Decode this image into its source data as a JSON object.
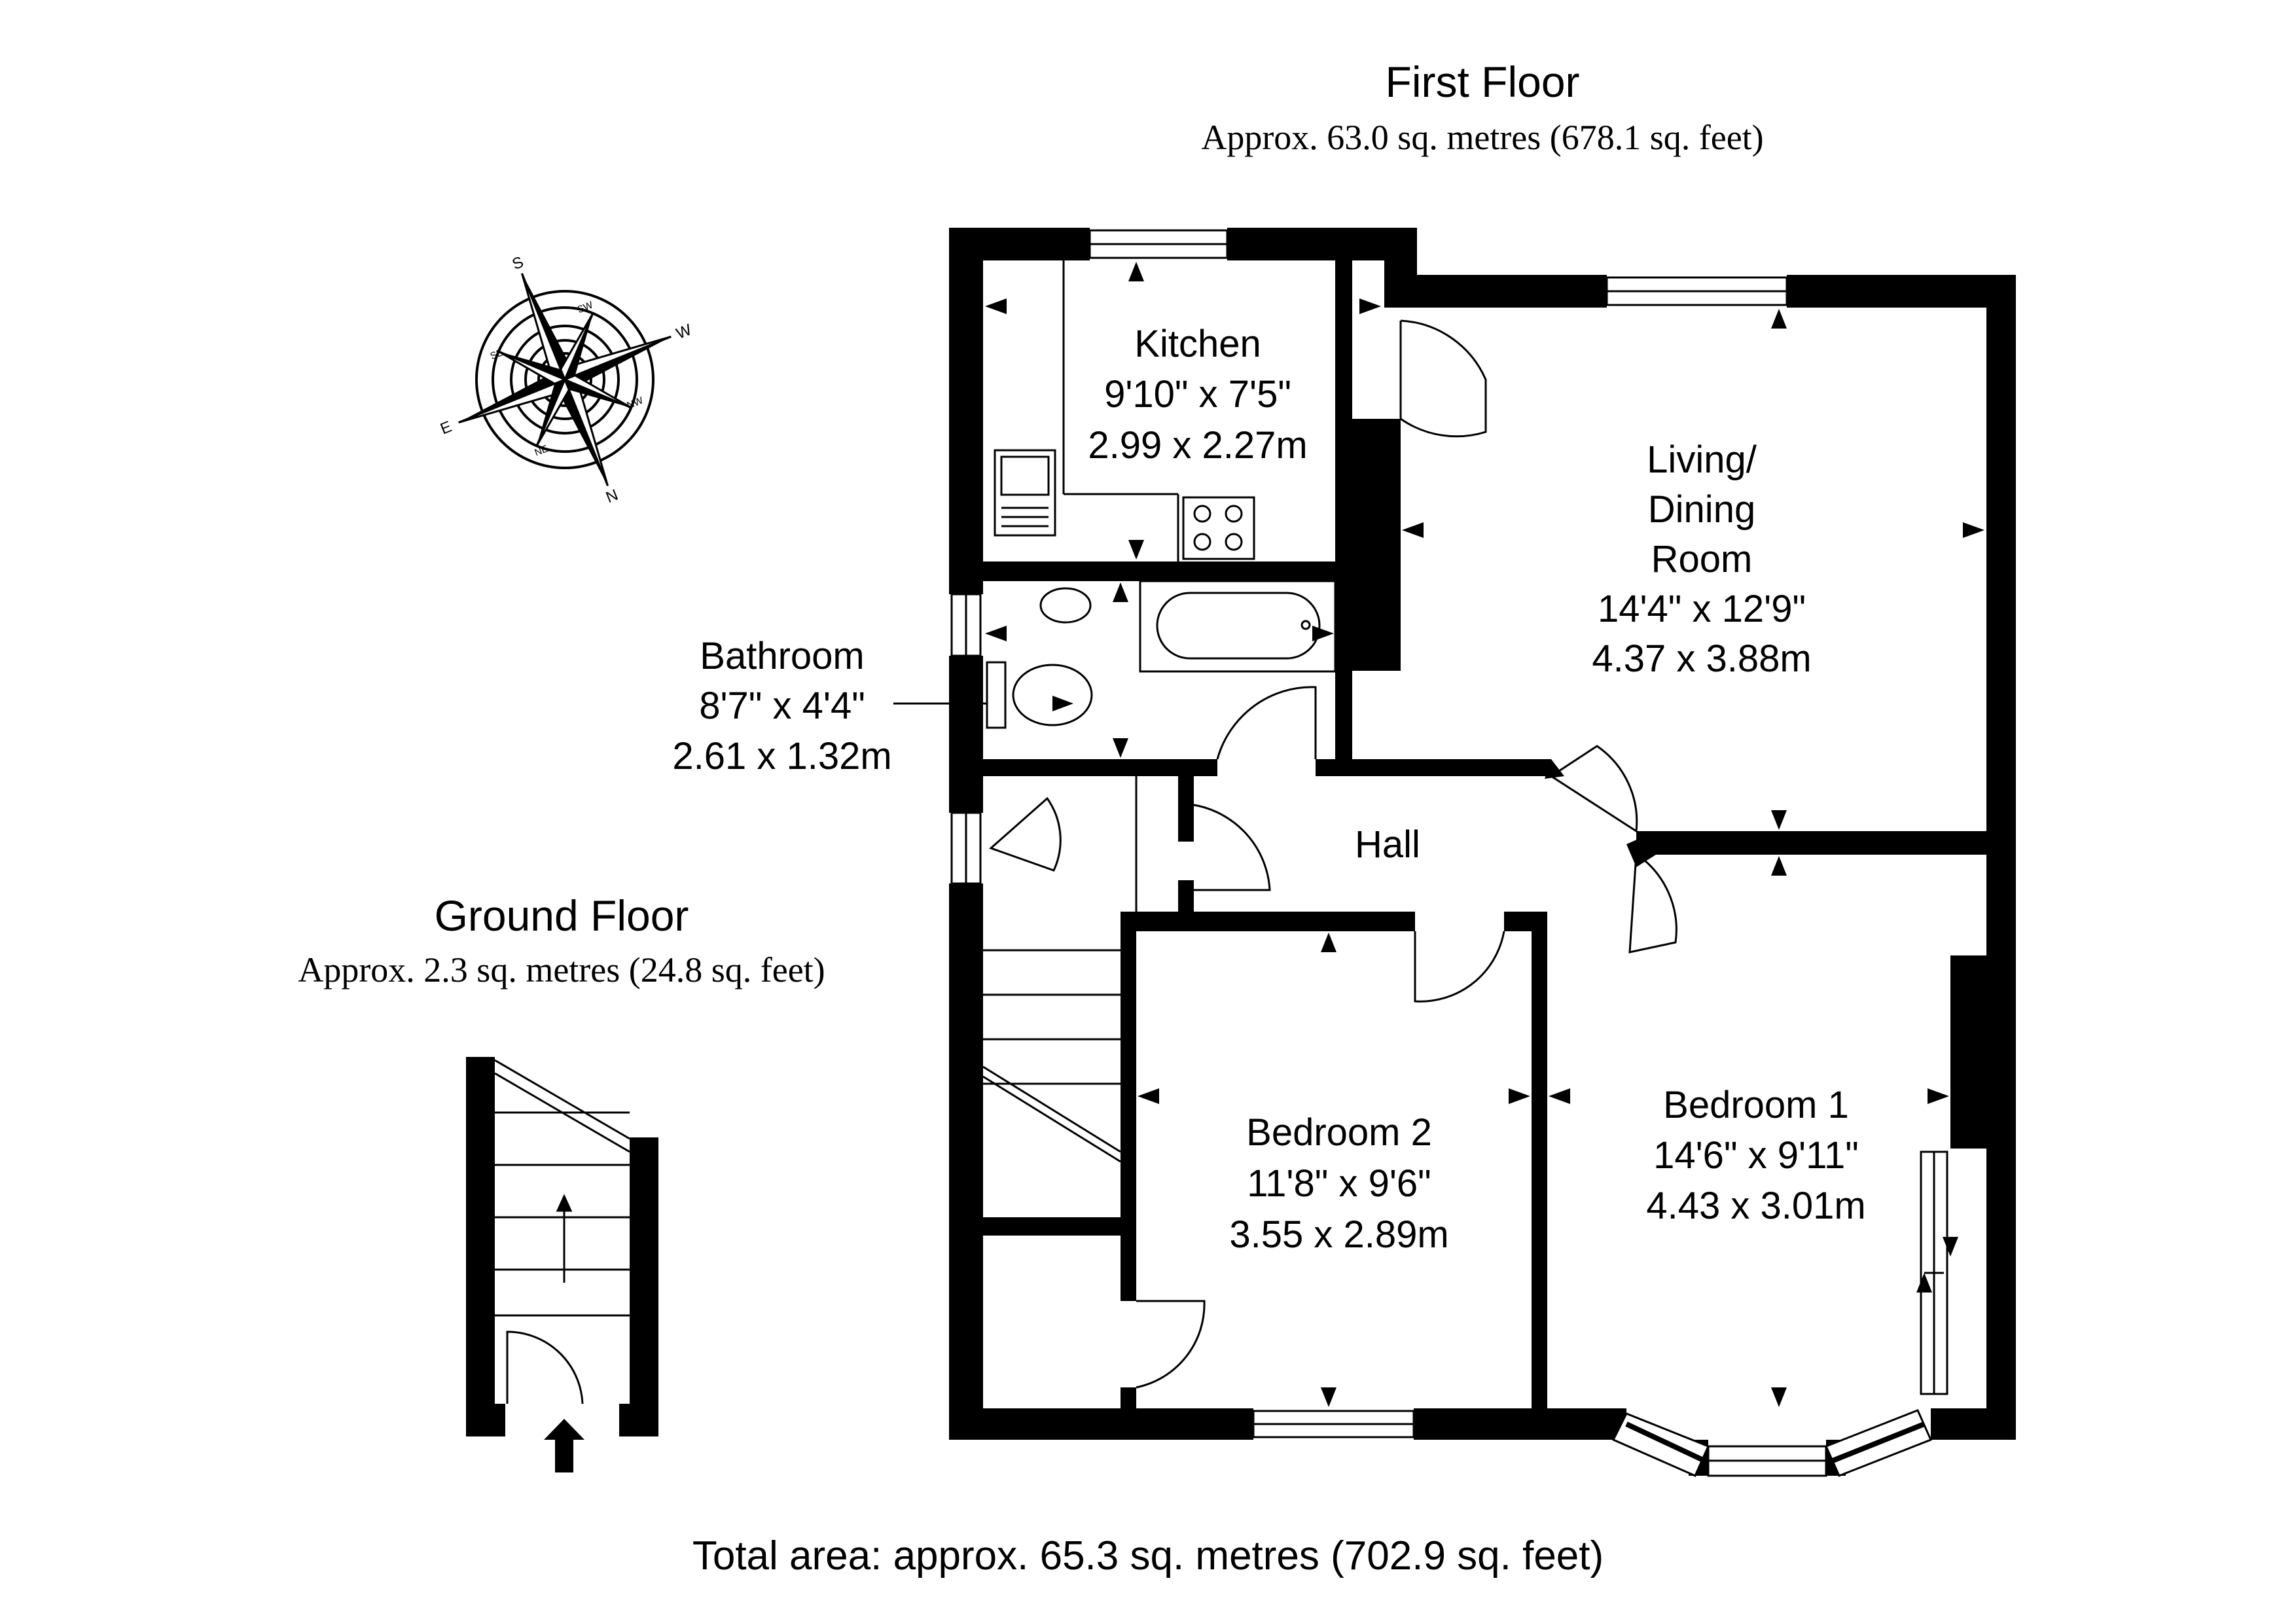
{
  "first_floor": {
    "title": "First Floor",
    "area": "Approx. 63.0 sq. metres (678.1 sq. feet)"
  },
  "ground_floor": {
    "title": "Ground Floor",
    "area": "Approx. 2.3 sq. metres (24.8 sq. feet)"
  },
  "total_area": "Total area: approx. 65.3 sq. metres (702.9 sq. feet)",
  "rooms": {
    "kitchen": {
      "name": "Kitchen",
      "imperial": "9'10\" x 7'5\"",
      "metric": "2.99 x 2.27m"
    },
    "living": {
      "name_line1": "Living/",
      "name_line2": "Dining",
      "name_line3": "Room",
      "imperial": "14'4\" x 12'9\"",
      "metric": "4.37 x 3.88m"
    },
    "bathroom": {
      "name": "Bathroom",
      "imperial": "8'7\" x 4'4\"",
      "metric": "2.61 x 1.32m"
    },
    "hall": {
      "name": "Hall"
    },
    "bedroom2": {
      "name": "Bedroom 2",
      "imperial": "11'8\" x 9'6\"",
      "metric": "3.55 x 2.89m"
    },
    "bedroom1": {
      "name": "Bedroom 1",
      "imperial": "14'6\" x 9'11\"",
      "metric": "4.43 x 3.01m"
    }
  },
  "compass": {
    "icon": "compass-rose-icon",
    "n": "N",
    "s": "S",
    "e": "E",
    "w": "W",
    "nw": "NW",
    "ne": "NE",
    "sw": "SW",
    "se": "SE"
  },
  "colors": {
    "wall": "#000000",
    "line": "#000000",
    "background": "#ffffff"
  }
}
